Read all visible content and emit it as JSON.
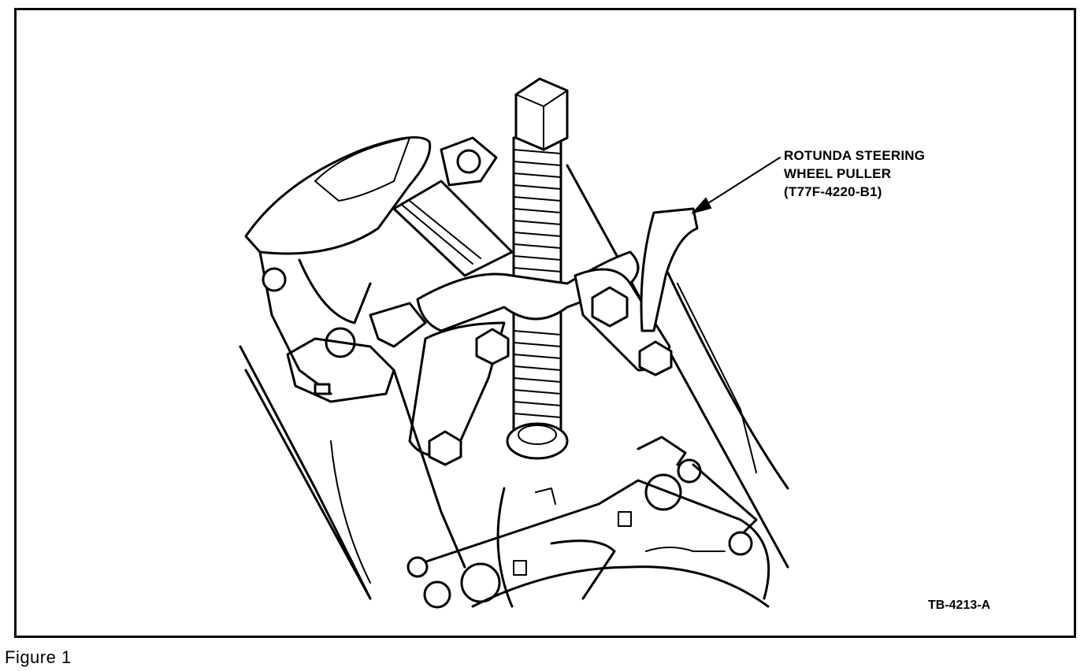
{
  "callout": {
    "line1": "ROTUNDA STEERING",
    "line2": "WHEEL PULLER",
    "line3": "(T77F-4220-B1)"
  },
  "figure_code": "TB-4213-A",
  "caption": "Figure  1"
}
